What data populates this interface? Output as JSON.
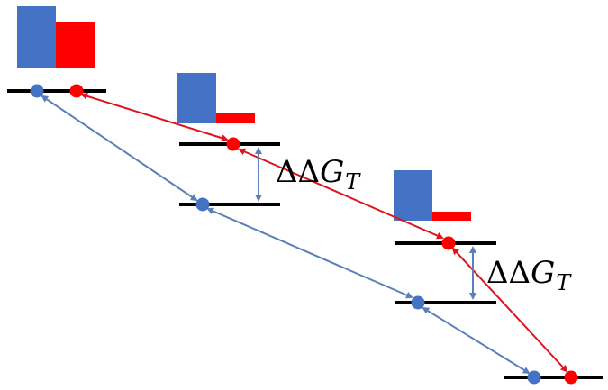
{
  "colors": {
    "blue": "#4472c4",
    "red": "#ff0000",
    "level": "#000000",
    "blue_arrow": "#5b7fb8",
    "red_arrow": "#e0141e"
  },
  "labels": {
    "delta_gt_1": {
      "sym": "ΔΔ",
      "var": "G",
      "sub": "T"
    },
    "delta_gt_2": {
      "sym": "ΔΔ",
      "var": "G",
      "sub": "T"
    }
  }
}
